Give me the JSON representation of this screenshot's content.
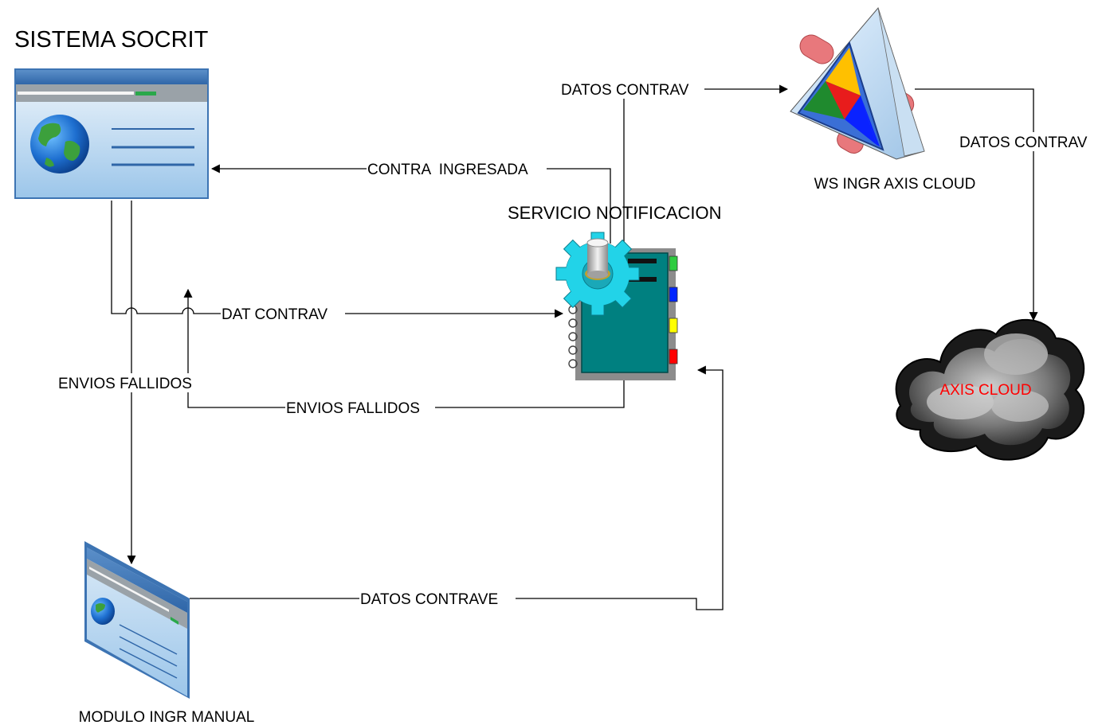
{
  "nodes": {
    "sistema_socrit": "SISTEMA SOCRIT",
    "servicio_notificacion": "SERVICIO NOTIFICACION",
    "ws_ingr_axis_cloud": "WS INGR AXIS CLOUD",
    "axis_cloud": "AXIS CLOUD",
    "modulo_ingr_manual": "MODULO INGR MANUAL"
  },
  "edges": {
    "datos_contrav_to_ws": "DATOS CONTRAV",
    "datos_contrav_to_cloud": "DATOS CONTRAV",
    "contra_ingresada": "CONTRA  INGRESADA",
    "dat_contrav": "DAT CONTRAV",
    "envios_fallidos_return": "ENVIOS FALLIDOS",
    "envios_fallidos_vertical": "ENVIOS FALLIDOS",
    "datos_contrave": "DATOS CONTRAVE"
  },
  "colors": {
    "axis_cloud_label": "#ff0000",
    "service_body": "#008080",
    "gear": "#22d3e8",
    "browser_frame": "#3d74b3"
  }
}
